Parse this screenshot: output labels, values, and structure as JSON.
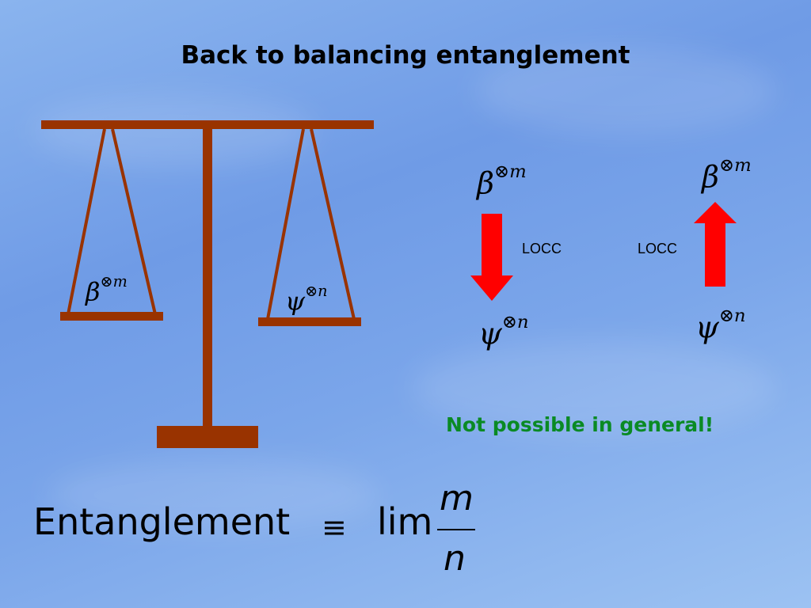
{
  "title": "Back to balancing entanglement",
  "scale": {
    "left_pan": {
      "symbol": "β",
      "superscript": "⊗m"
    },
    "right_pan": {
      "symbol": "ψ",
      "superscript": "⊗n"
    }
  },
  "transform_left": {
    "top": {
      "symbol": "β",
      "superscript": "⊗m"
    },
    "label": "LOCC",
    "bottom": {
      "symbol": "ψ",
      "superscript": "⊗n"
    },
    "arrow_direction": "down"
  },
  "transform_right": {
    "top": {
      "symbol": "β",
      "superscript": "⊗m"
    },
    "label": "LOCC",
    "bottom": {
      "symbol": "ψ",
      "superscript": "⊗n"
    },
    "arrow_direction": "up"
  },
  "note": "Not possible in general!",
  "formula": {
    "word": "Entanglement",
    "equiv": "≡",
    "lim": "lim",
    "numerator": "m",
    "denominator": "n"
  },
  "colors": {
    "scale_brown": "#993300",
    "arrow_red": "#ff0000",
    "note_green": "#0a8a24"
  }
}
